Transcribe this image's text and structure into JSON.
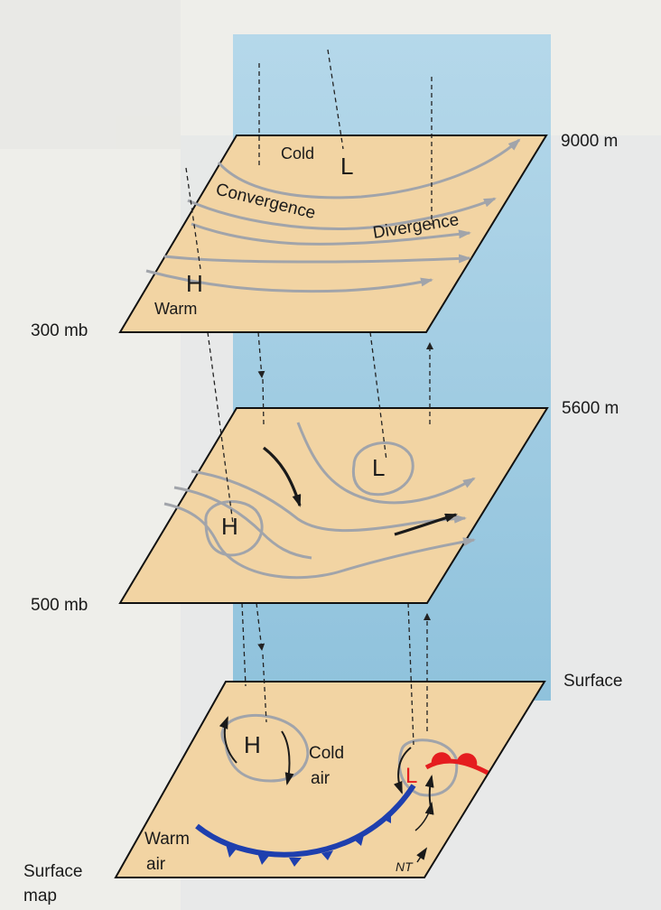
{
  "levels": {
    "top": {
      "height_label": "9000 m",
      "pressure_label": "300 mb",
      "labels": {
        "cold": "Cold",
        "low": "L",
        "high": "H",
        "warm": "Warm",
        "convergence": "Convergence",
        "divergence": "Divergence"
      }
    },
    "middle": {
      "height_label": "5600 m",
      "pressure_label": "500 mb",
      "labels": {
        "low": "L",
        "high": "H"
      }
    },
    "bottom": {
      "height_label": "Surface",
      "caption_line1": "Surface",
      "caption_line2": "map",
      "labels": {
        "high": "H",
        "cold_line1": "Cold",
        "cold_line2": "air",
        "warm_line1": "Warm",
        "warm_line2": "air",
        "low": "L",
        "corner": "NT"
      }
    }
  },
  "colors": {
    "plane": "#f2d4a3",
    "column": "#a9cfe3",
    "isobar": "#a1a4aa",
    "cold_front": "#1e3fae",
    "warm_front": "#e51d1f",
    "low_letter": "#e51d1f"
  }
}
